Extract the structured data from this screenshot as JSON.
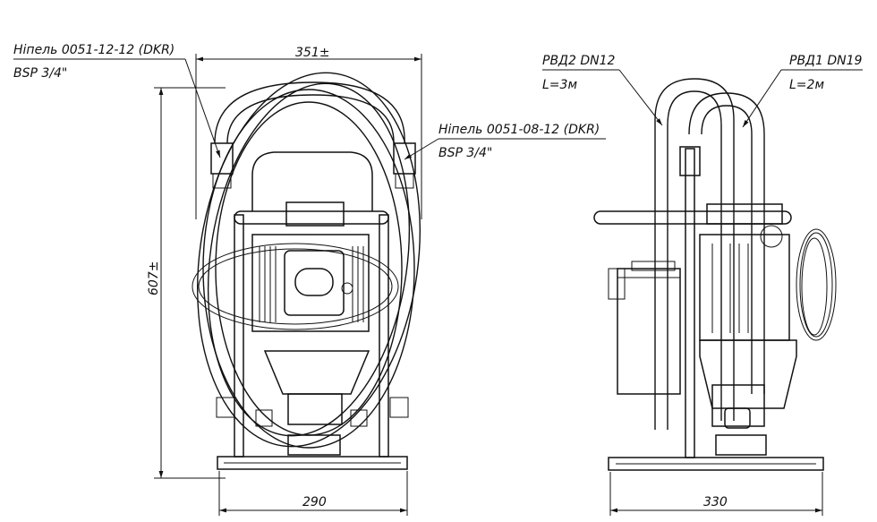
{
  "labels": {
    "nipple_top_left_line1": "Ніпель 0051-12-12 (DKR)",
    "nipple_top_left_line2": "BSP 3/4\"",
    "nipple_right_line1": "Ніпель 0051-08-12 (DKR)",
    "nipple_right_line2": "BSP 3/4\"",
    "hose2_line1": "РВД2 DN12",
    "hose2_line2": "L=3м",
    "hose1_line1": "РВД1 DN19",
    "hose1_line2": "L=2м"
  },
  "dimensions": {
    "front_width_top": "351±",
    "front_height": "607±",
    "front_width_base": "290",
    "side_width_base": "330"
  }
}
